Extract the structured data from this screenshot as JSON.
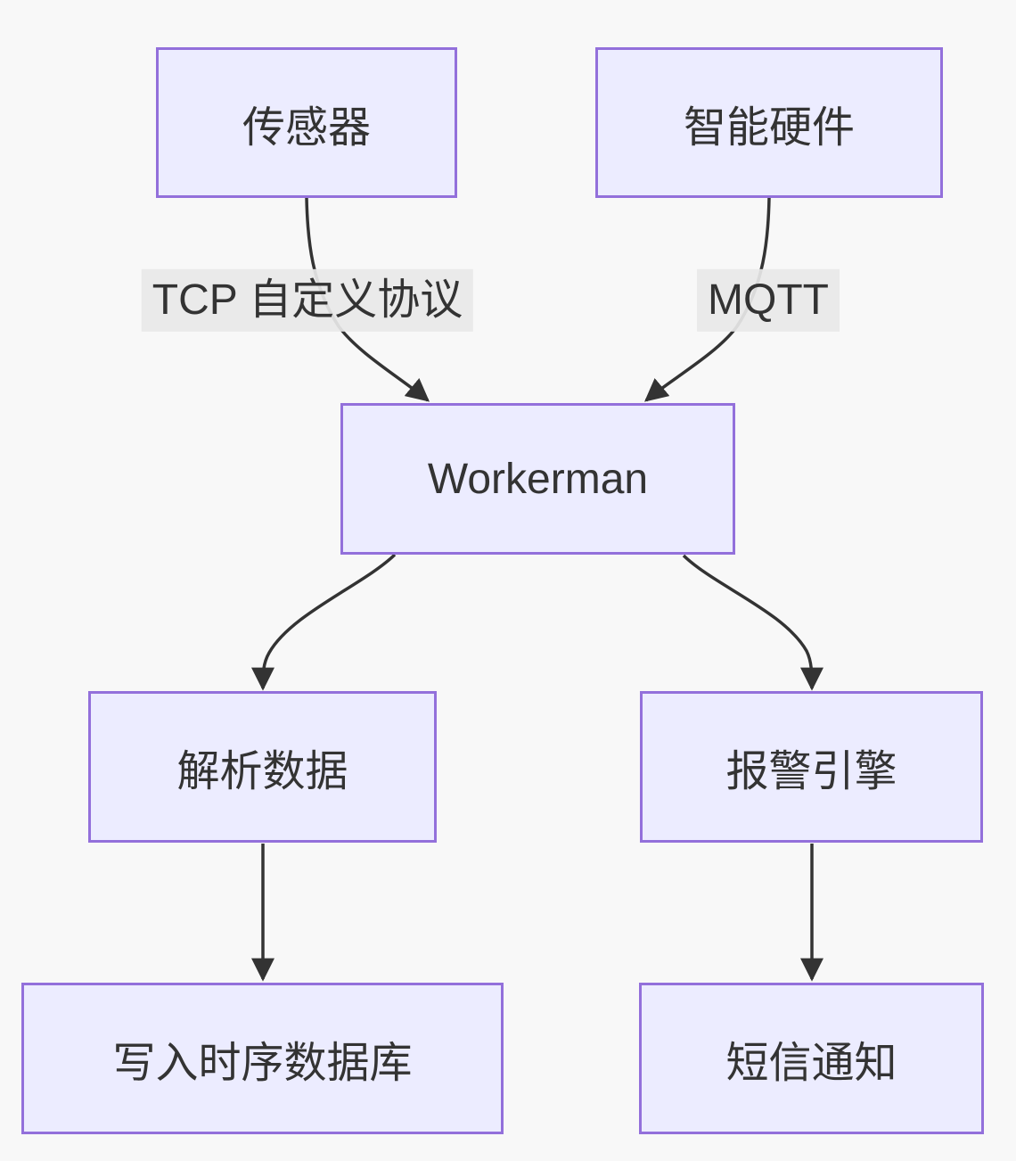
{
  "diagram": {
    "type": "flowchart",
    "direction": "top-down",
    "nodes": {
      "sensor": {
        "label": "传感器"
      },
      "hardware": {
        "label": "智能硬件"
      },
      "workerman": {
        "label": "Workerman"
      },
      "parse": {
        "label": "解析数据"
      },
      "alarm": {
        "label": "报警引擎"
      },
      "tsdb": {
        "label": "写入时序数据库"
      },
      "sms": {
        "label": "短信通知"
      }
    },
    "edges": [
      {
        "from": "sensor",
        "to": "workerman",
        "label": "TCP 自定义协议"
      },
      {
        "from": "hardware",
        "to": "workerman",
        "label": "MQTT"
      },
      {
        "from": "workerman",
        "to": "parse",
        "label": ""
      },
      {
        "from": "workerman",
        "to": "alarm",
        "label": ""
      },
      {
        "from": "parse",
        "to": "tsdb",
        "label": ""
      },
      {
        "from": "alarm",
        "to": "sms",
        "label": ""
      }
    ],
    "edge_labels": {
      "tcp": "TCP 自定义协议",
      "mqtt": "MQTT"
    },
    "colors": {
      "canvas_background": "#f8f8f8",
      "node_fill": "#ECECFF",
      "node_border": "#9370DB",
      "node_text": "#333333",
      "edge_line": "#333333",
      "edge_label_background": "#e8e8e8"
    }
  }
}
